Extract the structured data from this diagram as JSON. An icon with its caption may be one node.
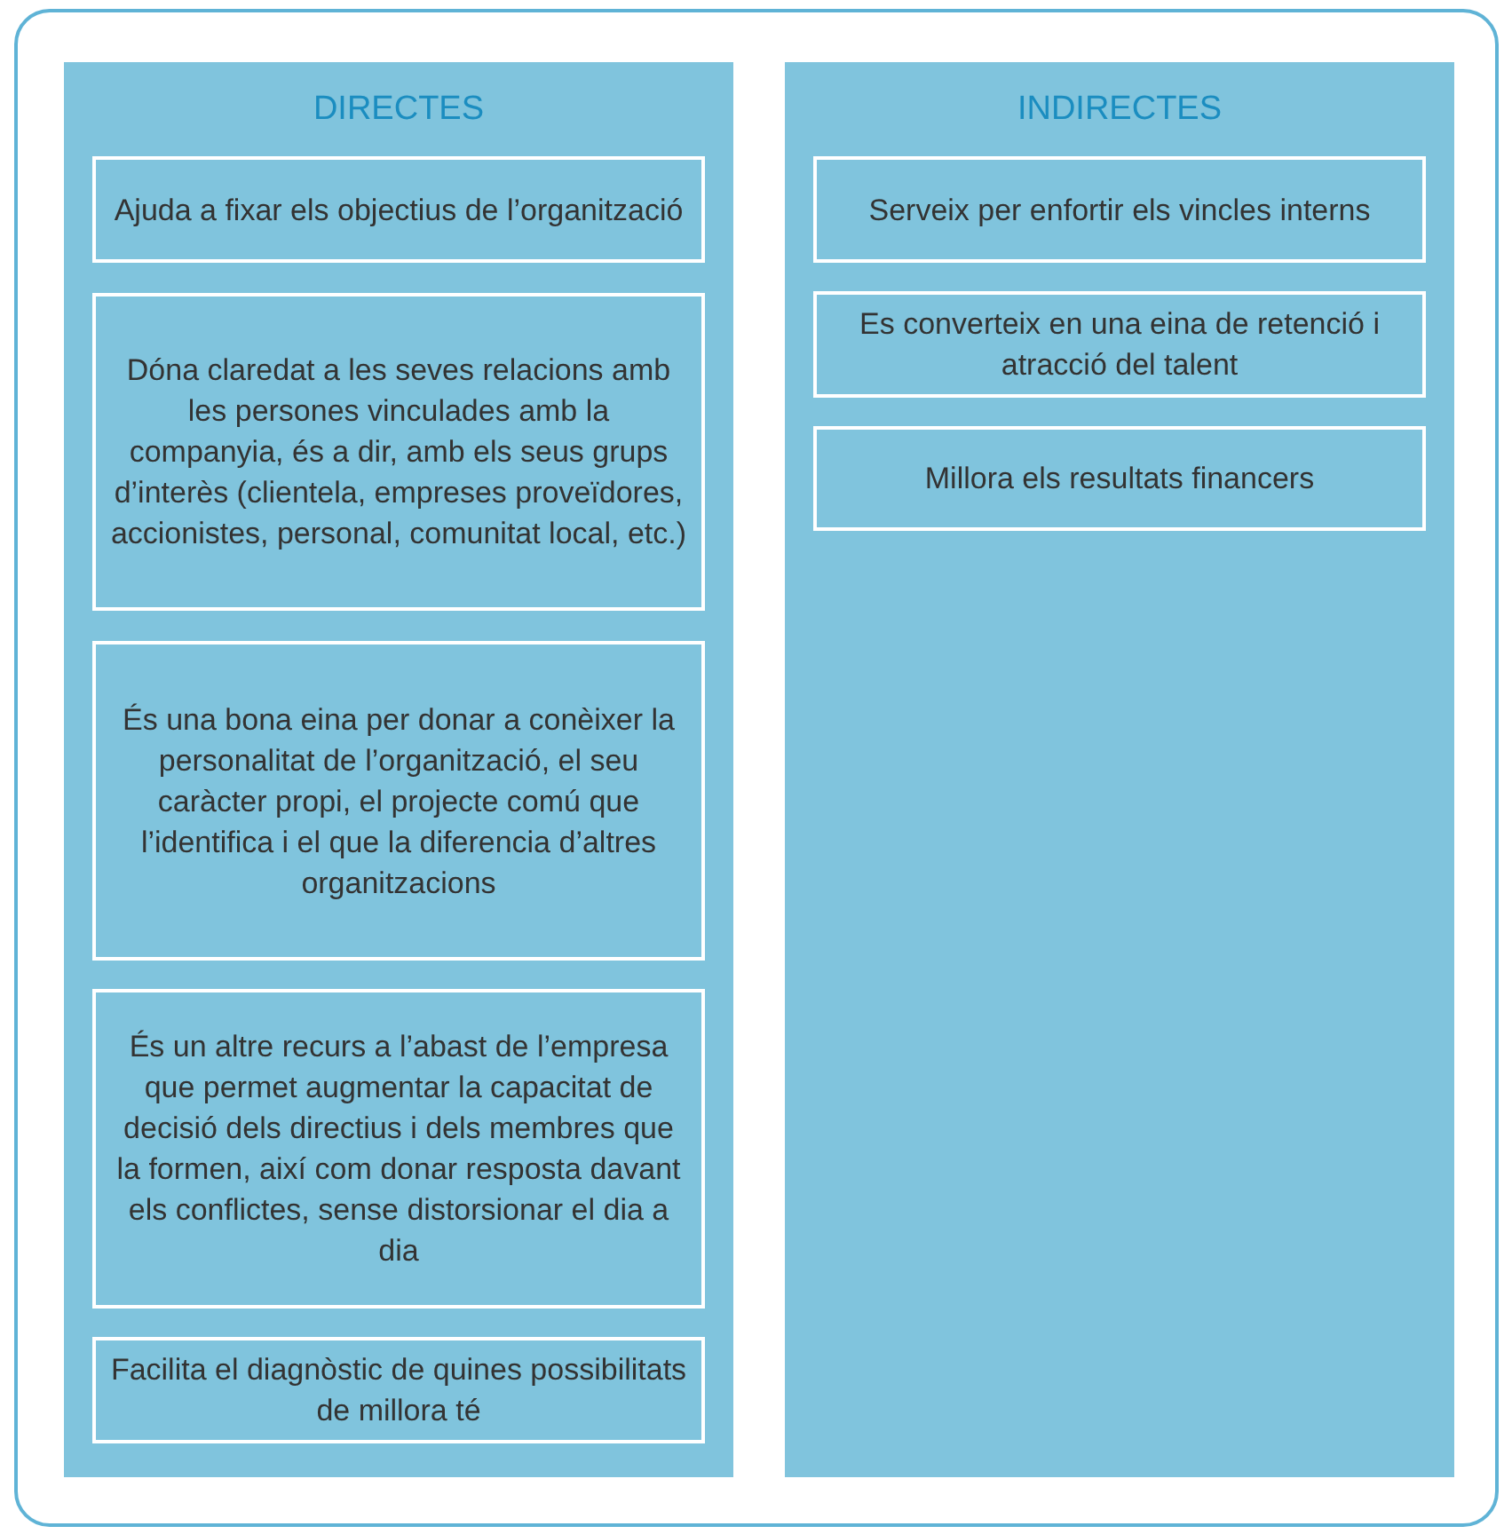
{
  "diagram": {
    "nodes": [
      {
        "text": [
          "DIRECTES"
        ]
      },
      {
        "text": [
          "Ajuda a fixar els objectius de l’organització"
        ],
        "in": 0
      },
      {
        "text": [
          "Dóna claredat a les seves relacions amb les persones vinculades amb la companyia, és a dir, amb els seus grups d’interès (clientela, empreses proveïdores, accionistes, personal, comunitat local, etc.)"
        ],
        "in": 0
      },
      {
        "text": [
          "És una bona eina per donar a conèixer la personalitat de l’organització, el seu caràcter propi, el projecte comú que l’identifica i el que la diferencia d’altres organitzacions"
        ],
        "in": 0
      },
      {
        "text": [
          "És un altre recurs a l’abast de l’empresa que permet augmentar la capacitat de decisió dels directius i dels membres que la formen, així com donar resposta davant els conflictes, sense distorsionar el dia a dia"
        ],
        "in": 0
      },
      {
        "text": [
          "Facilita el diagnòstic de quines possibilitats de millora té"
        ],
        "in": 0
      },
      {
        "text": [
          "INDIRECTES"
        ]
      },
      {
        "text": [
          "Serveix per enfortir els vincles interns"
        ],
        "in": 6
      },
      {
        "text": [
          "Es converteix en una eina de retenció i atracció del talent"
        ],
        "in": 6
      },
      {
        "text": [
          "Millora els resultats financers"
        ],
        "in": 6
      }
    ]
  }
}
